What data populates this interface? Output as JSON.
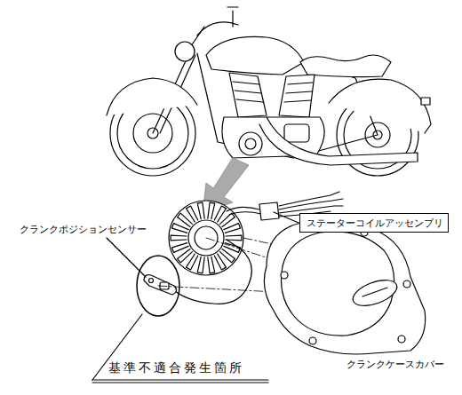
{
  "diagram": {
    "nodes": [
      {
        "text": [
          "ステーターコイルアッセンブリ"
        ]
      }
    ],
    "labels": [
      "クランクポジションセンサー",
      "クランクケースカバー",
      "基準不適合発生箇所"
    ]
  }
}
